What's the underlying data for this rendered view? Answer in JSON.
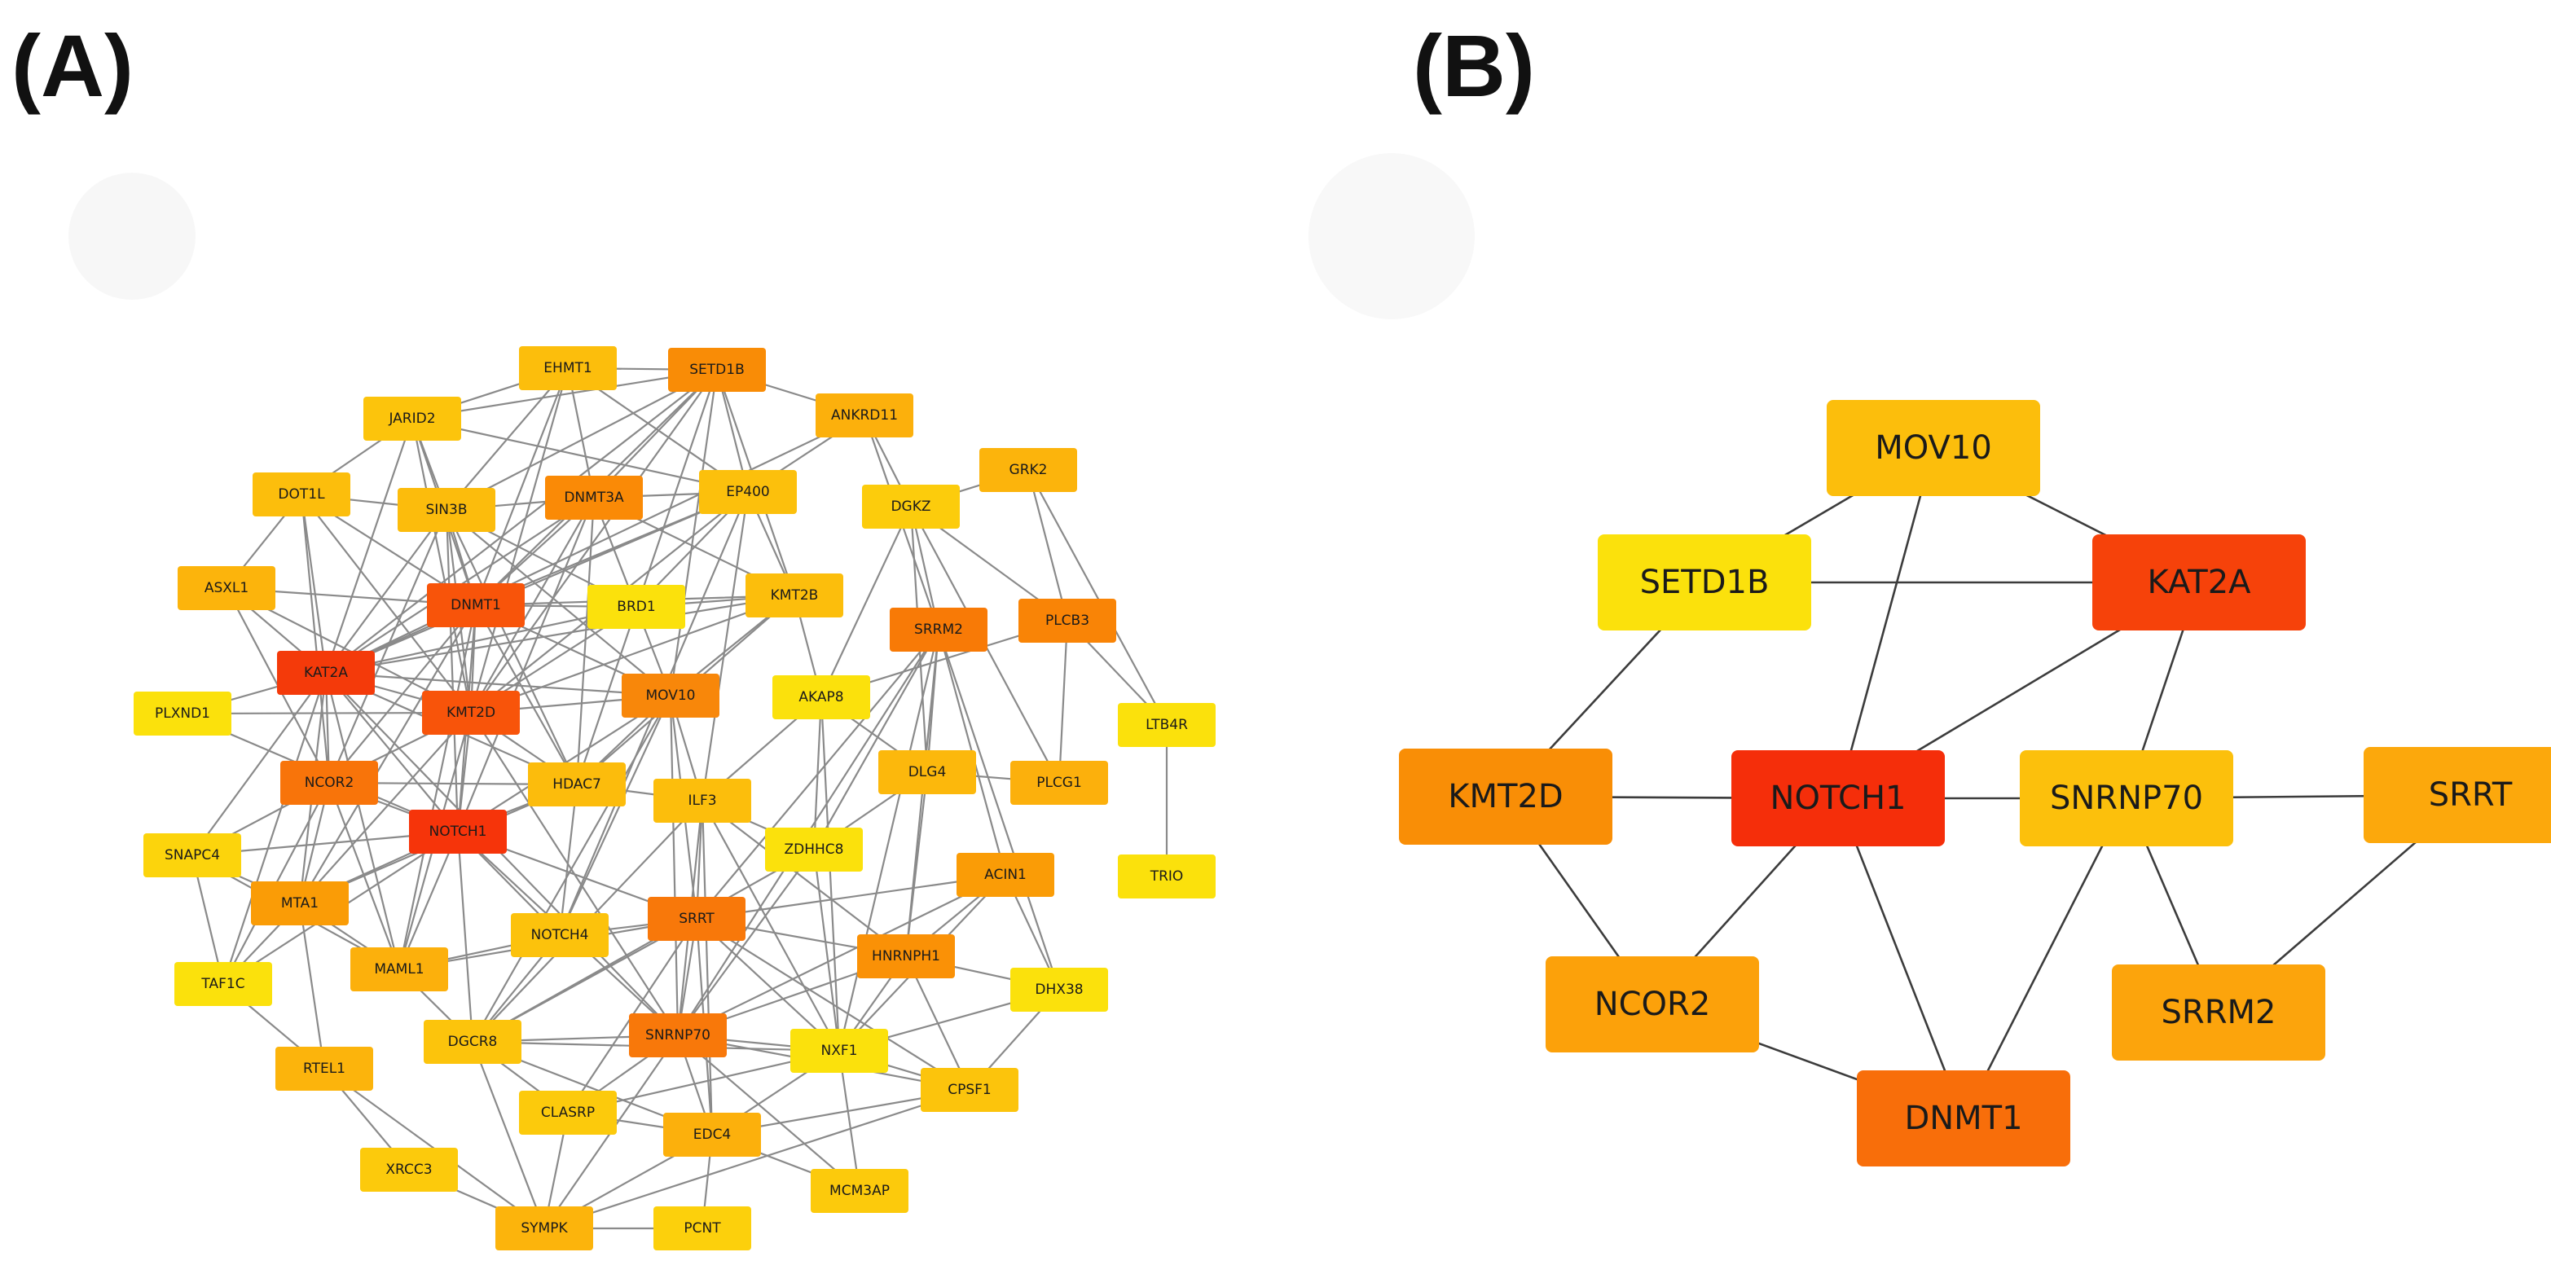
{
  "panels": [
    {
      "id": "A",
      "label": "(A)",
      "nodes": [
        {
          "id": "EHMT1",
          "color": "#fcbe0c"
        },
        {
          "id": "SETD1B",
          "color": "#f98c06"
        },
        {
          "id": "JARID2",
          "color": "#fcc40c"
        },
        {
          "id": "ANKRD11",
          "color": "#fcb00c"
        },
        {
          "id": "GRK2",
          "color": "#fcb40c"
        },
        {
          "id": "DOT1L",
          "color": "#fcbe0c"
        },
        {
          "id": "SIN3B",
          "color": "#fcbc0c"
        },
        {
          "id": "DNMT3A",
          "color": "#fa8a06"
        },
        {
          "id": "EP400",
          "color": "#fcc00c"
        },
        {
          "id": "DGKZ",
          "color": "#fccc0c"
        },
        {
          "id": "ASXL1",
          "color": "#fcb40c"
        },
        {
          "id": "DNMT1",
          "color": "#f8540a"
        },
        {
          "id": "BRD1",
          "color": "#fbe10c"
        },
        {
          "id": "KMT2B",
          "color": "#fcbe0c"
        },
        {
          "id": "SRRM2",
          "color": "#f87a06"
        },
        {
          "id": "PLCB3",
          "color": "#f98406"
        },
        {
          "id": "KAT2A",
          "color": "#f43a0a"
        },
        {
          "id": "PLXND1",
          "color": "#fbe10c"
        },
        {
          "id": "KMT2D",
          "color": "#f8540a"
        },
        {
          "id": "MOV10",
          "color": "#f8870a"
        },
        {
          "id": "AKAP8",
          "color": "#fbe10c"
        },
        {
          "id": "LTB4R",
          "color": "#fbe10c"
        },
        {
          "id": "NCOR2",
          "color": "#f8740a"
        },
        {
          "id": "HDAC7",
          "color": "#fcbc0c"
        },
        {
          "id": "ILF3",
          "color": "#fcbe0c"
        },
        {
          "id": "DLG4",
          "color": "#fcb80c"
        },
        {
          "id": "PLCG1",
          "color": "#fcb00c"
        },
        {
          "id": "NOTCH1",
          "color": "#f6340a"
        },
        {
          "id": "SNAPC4",
          "color": "#fcd40c"
        },
        {
          "id": "ZDHHC8",
          "color": "#fbe10c"
        },
        {
          "id": "TRIO",
          "color": "#fbe10c"
        },
        {
          "id": "ACIN1",
          "color": "#fa9c06"
        },
        {
          "id": "MTA1",
          "color": "#fa9c06"
        },
        {
          "id": "NOTCH4",
          "color": "#fcc20c"
        },
        {
          "id": "SRRT",
          "color": "#f8780a"
        },
        {
          "id": "HNRNPH1",
          "color": "#fa9106"
        },
        {
          "id": "MAML1",
          "color": "#fcb00c"
        },
        {
          "id": "TAF1C",
          "color": "#fbe10c"
        },
        {
          "id": "DHX38",
          "color": "#fbe10c"
        },
        {
          "id": "DGCR8",
          "color": "#fcc40c"
        },
        {
          "id": "SNRNP70",
          "color": "#f8780a"
        },
        {
          "id": "NXF1",
          "color": "#fbe10c"
        },
        {
          "id": "CPSF1",
          "color": "#fcc40c"
        },
        {
          "id": "RTEL1",
          "color": "#fcb40c"
        },
        {
          "id": "CLASRP",
          "color": "#fcca0c"
        },
        {
          "id": "EDC4",
          "color": "#fcb00c"
        },
        {
          "id": "XRCC3",
          "color": "#fcca0c"
        },
        {
          "id": "MCM3AP",
          "color": "#fcca0c"
        },
        {
          "id": "SYMPK",
          "color": "#fcb40c"
        },
        {
          "id": "PCNT",
          "color": "#fcd00c"
        }
      ],
      "edges": [
        [
          "EHMT1",
          "SETD1B"
        ],
        [
          "EHMT1",
          "JARID2"
        ],
        [
          "EHMT1",
          "SIN3B"
        ],
        [
          "EHMT1",
          "DNMT3A"
        ],
        [
          "EHMT1",
          "DNMT1"
        ],
        [
          "EHMT1",
          "KMT2D"
        ],
        [
          "EHMT1",
          "EP400"
        ],
        [
          "SETD1B",
          "ANKRD11"
        ],
        [
          "SETD1B",
          "DNMT3A"
        ],
        [
          "SETD1B",
          "EP400"
        ],
        [
          "SETD1B",
          "KMT2B"
        ],
        [
          "SETD1B",
          "SIN3B"
        ],
        [
          "SETD1B",
          "MOV10"
        ],
        [
          "SETD1B",
          "KAT2A"
        ],
        [
          "SETD1B",
          "KMT2D"
        ],
        [
          "SETD1B",
          "JARID2"
        ],
        [
          "SETD1B",
          "DNMT1"
        ],
        [
          "SETD1B",
          "HDAC7"
        ],
        [
          "JARID2",
          "DOT1L"
        ],
        [
          "JARID2",
          "SIN3B"
        ],
        [
          "JARID2",
          "DNMT1"
        ],
        [
          "JARID2",
          "KMT2D"
        ],
        [
          "JARID2",
          "KAT2A"
        ],
        [
          "JARID2",
          "EP400"
        ],
        [
          "ANKRD11",
          "DGKZ"
        ],
        [
          "ANKRD11",
          "SRRM2"
        ],
        [
          "ANKRD11",
          "EP400"
        ],
        [
          "ANKRD11",
          "KAT2A"
        ],
        [
          "GRK2",
          "DGKZ"
        ],
        [
          "GRK2",
          "PLCB3"
        ],
        [
          "GRK2",
          "LTB4R"
        ],
        [
          "DOT1L",
          "SIN3B"
        ],
        [
          "DOT1L",
          "KAT2A"
        ],
        [
          "DOT1L",
          "DNMT1"
        ],
        [
          "DOT1L",
          "KMT2D"
        ],
        [
          "DOT1L",
          "ASXL1"
        ],
        [
          "DOT1L",
          "NCOR2"
        ],
        [
          "SIN3B",
          "DNMT3A"
        ],
        [
          "SIN3B",
          "DNMT1"
        ],
        [
          "SIN3B",
          "KMT2D"
        ],
        [
          "SIN3B",
          "NOTCH1"
        ],
        [
          "SIN3B",
          "NCOR2"
        ],
        [
          "SIN3B",
          "HDAC7"
        ],
        [
          "SIN3B",
          "KAT2A"
        ],
        [
          "SIN3B",
          "MOV10"
        ],
        [
          "SIN3B",
          "BRD1"
        ],
        [
          "DNMT3A",
          "DNMT1"
        ],
        [
          "DNMT3A",
          "KMT2D"
        ],
        [
          "DNMT3A",
          "EP400"
        ],
        [
          "DNMT3A",
          "MOV10"
        ],
        [
          "DNMT3A",
          "NOTCH1"
        ],
        [
          "DNMT3A",
          "KAT2A"
        ],
        [
          "DNMT3A",
          "HDAC7"
        ],
        [
          "DNMT3A",
          "KMT2B"
        ],
        [
          "EP400",
          "KMT2B"
        ],
        [
          "EP400",
          "KAT2A"
        ],
        [
          "EP400",
          "BRD1"
        ],
        [
          "EP400",
          "KMT2D"
        ],
        [
          "EP400",
          "NOTCH4"
        ],
        [
          "EP400",
          "ILF3"
        ],
        [
          "EP400",
          "DNMT1"
        ],
        [
          "DGKZ",
          "SRRM2"
        ],
        [
          "DGKZ",
          "PLCB3"
        ],
        [
          "DGKZ",
          "PLCG1"
        ],
        [
          "DGKZ",
          "DLG4"
        ],
        [
          "DGKZ",
          "AKAP8"
        ],
        [
          "ASXL1",
          "KAT2A"
        ],
        [
          "ASXL1",
          "DNMT1"
        ],
        [
          "ASXL1",
          "KMT2D"
        ],
        [
          "ASXL1",
          "NCOR2"
        ],
        [
          "DNMT1",
          "KAT2A"
        ],
        [
          "DNMT1",
          "KMT2D"
        ],
        [
          "DNMT1",
          "NOTCH1"
        ],
        [
          "DNMT1",
          "NCOR2"
        ],
        [
          "DNMT1",
          "HDAC7"
        ],
        [
          "DNMT1",
          "MOV10"
        ],
        [
          "DNMT1",
          "MTA1"
        ],
        [
          "DNMT1",
          "BRD1"
        ],
        [
          "DNMT1",
          "KMT2B"
        ],
        [
          "DNMT1",
          "MAML1"
        ],
        [
          "BRD1",
          "KMT2B"
        ],
        [
          "BRD1",
          "KAT2A"
        ],
        [
          "BRD1",
          "KMT2D"
        ],
        [
          "KMT2B",
          "KAT2A"
        ],
        [
          "KMT2B",
          "KMT2D"
        ],
        [
          "KMT2B",
          "MOV10"
        ],
        [
          "KMT2B",
          "AKAP8"
        ],
        [
          "KMT2B",
          "HDAC7"
        ],
        [
          "SRRM2",
          "SRRT"
        ],
        [
          "SRRM2",
          "SNRNP70"
        ],
        [
          "SRRM2",
          "ACIN1"
        ],
        [
          "SRRM2",
          "HNRNPH1"
        ],
        [
          "SRRM2",
          "NXF1"
        ],
        [
          "SRRM2",
          "DHX38"
        ],
        [
          "SRRM2",
          "ZDHHC8"
        ],
        [
          "SRRM2",
          "DLG4"
        ],
        [
          "PLCB3",
          "PLCG1"
        ],
        [
          "PLCB3",
          "LTB4R"
        ],
        [
          "PLCB3",
          "AKAP8"
        ],
        [
          "KAT2A",
          "KMT2D"
        ],
        [
          "KAT2A",
          "NOTCH1"
        ],
        [
          "KAT2A",
          "NCOR2"
        ],
        [
          "KAT2A",
          "MOV10"
        ],
        [
          "KAT2A",
          "HDAC7"
        ],
        [
          "KAT2A",
          "PLXND1"
        ],
        [
          "KAT2A",
          "MTA1"
        ],
        [
          "KAT2A",
          "MAML1"
        ],
        [
          "KAT2A",
          "SNRNP70"
        ],
        [
          "KAT2A",
          "TAF1C"
        ],
        [
          "KAT2A",
          "SNAPC4"
        ],
        [
          "PLXND1",
          "NOTCH1"
        ],
        [
          "PLXND1",
          "KMT2D"
        ],
        [
          "KMT2D",
          "NOTCH1"
        ],
        [
          "KMT2D",
          "NCOR2"
        ],
        [
          "KMT2D",
          "MOV10"
        ],
        [
          "KMT2D",
          "HDAC7"
        ],
        [
          "KMT2D",
          "SNRNP70"
        ],
        [
          "KMT2D",
          "MAML1"
        ],
        [
          "KMT2D",
          "MTA1"
        ],
        [
          "MOV10",
          "NOTCH1"
        ],
        [
          "MOV10",
          "SNRNP70"
        ],
        [
          "MOV10",
          "SRRT"
        ],
        [
          "MOV10",
          "HDAC7"
        ],
        [
          "MOV10",
          "ILF3"
        ],
        [
          "MOV10",
          "DGCR8"
        ],
        [
          "MOV10",
          "NOTCH4"
        ],
        [
          "AKAP8",
          "ZDHHC8"
        ],
        [
          "AKAP8",
          "DLG4"
        ],
        [
          "AKAP8",
          "NXF1"
        ],
        [
          "AKAP8",
          "ILF3"
        ],
        [
          "LTB4R",
          "TRIO"
        ],
        [
          "NCOR2",
          "NOTCH1"
        ],
        [
          "NCOR2",
          "HDAC7"
        ],
        [
          "NCOR2",
          "MTA1"
        ],
        [
          "NCOR2",
          "MAML1"
        ],
        [
          "NCOR2",
          "SNAPC4"
        ],
        [
          "NCOR2",
          "TAF1C"
        ],
        [
          "HDAC7",
          "NOTCH1"
        ],
        [
          "HDAC7",
          "MTA1"
        ],
        [
          "HDAC7",
          "ILF3"
        ],
        [
          "HDAC7",
          "NOTCH4"
        ],
        [
          "ILF3",
          "SRRT"
        ],
        [
          "ILF3",
          "ZDHHC8"
        ],
        [
          "ILF3",
          "SNRNP70"
        ],
        [
          "ILF3",
          "NXF1"
        ],
        [
          "ILF3",
          "DGCR8"
        ],
        [
          "ILF3",
          "HNRNPH1"
        ],
        [
          "ILF3",
          "EDC4"
        ],
        [
          "DLG4",
          "PLCG1"
        ],
        [
          "DLG4",
          "ZDHHC8"
        ],
        [
          "DLG4",
          "HNRNPH1"
        ],
        [
          "NOTCH1",
          "MTA1"
        ],
        [
          "NOTCH1",
          "MAML1"
        ],
        [
          "NOTCH1",
          "SNAPC4"
        ],
        [
          "NOTCH1",
          "NOTCH4"
        ],
        [
          "NOTCH1",
          "SNRNP70"
        ],
        [
          "NOTCH1",
          "SRRT"
        ],
        [
          "NOTCH1",
          "DGCR8"
        ],
        [
          "NOTCH1",
          "TAF1C"
        ],
        [
          "ZDHHC8",
          "NXF1"
        ],
        [
          "ZDHHC8",
          "SNRNP70"
        ],
        [
          "ZDHHC8",
          "DGCR8"
        ],
        [
          "ACIN1",
          "HNRNPH1"
        ],
        [
          "ACIN1",
          "SNRNP70"
        ],
        [
          "ACIN1",
          "NXF1"
        ],
        [
          "ACIN1",
          "SRRT"
        ],
        [
          "ACIN1",
          "DHX38"
        ],
        [
          "MTA1",
          "MAML1"
        ],
        [
          "MTA1",
          "TAF1C"
        ],
        [
          "MTA1",
          "SNAPC4"
        ],
        [
          "MTA1",
          "RTEL1"
        ],
        [
          "NOTCH4",
          "MAML1"
        ],
        [
          "NOTCH4",
          "SRRT"
        ],
        [
          "NOTCH4",
          "DGCR8"
        ],
        [
          "SRRT",
          "SNRNP70"
        ],
        [
          "SRRT",
          "HNRNPH1"
        ],
        [
          "SRRT",
          "NXF1"
        ],
        [
          "SRRT",
          "DGCR8"
        ],
        [
          "SRRT",
          "EDC4"
        ],
        [
          "SRRT",
          "CPSF1"
        ],
        [
          "SRRT",
          "MAML1"
        ],
        [
          "SRRT",
          "CLASRP"
        ],
        [
          "HNRNPH1",
          "SNRNP70"
        ],
        [
          "HNRNPH1",
          "NXF1"
        ],
        [
          "HNRNPH1",
          "CPSF1"
        ],
        [
          "HNRNPH1",
          "DHX38"
        ],
        [
          "MAML1",
          "DGCR8"
        ],
        [
          "MAML1",
          "SNAPC4"
        ],
        [
          "TAF1C",
          "SNAPC4"
        ],
        [
          "TAF1C",
          "RTEL1"
        ],
        [
          "DHX38",
          "NXF1"
        ],
        [
          "DHX38",
          "CPSF1"
        ],
        [
          "DGCR8",
          "SNRNP70"
        ],
        [
          "DGCR8",
          "CLASRP"
        ],
        [
          "DGCR8",
          "EDC4"
        ],
        [
          "DGCR8",
          "SYMPK"
        ],
        [
          "DGCR8",
          "NXF1"
        ],
        [
          "SNRNP70",
          "NXF1"
        ],
        [
          "SNRNP70",
          "EDC4"
        ],
        [
          "SNRNP70",
          "CPSF1"
        ],
        [
          "SNRNP70",
          "CLASRP"
        ],
        [
          "SNRNP70",
          "SYMPK"
        ],
        [
          "SNRNP70",
          "MCM3AP"
        ],
        [
          "NXF1",
          "CPSF1"
        ],
        [
          "NXF1",
          "EDC4"
        ],
        [
          "NXF1",
          "MCM3AP"
        ],
        [
          "NXF1",
          "CLASRP"
        ],
        [
          "CPSF1",
          "EDC4"
        ],
        [
          "CPSF1",
          "SYMPK"
        ],
        [
          "RTEL1",
          "XRCC3"
        ],
        [
          "RTEL1",
          "SYMPK"
        ],
        [
          "CLASRP",
          "EDC4"
        ],
        [
          "CLASRP",
          "SYMPK"
        ],
        [
          "EDC4",
          "MCM3AP"
        ],
        [
          "EDC4",
          "SYMPK"
        ],
        [
          "EDC4",
          "PCNT"
        ],
        [
          "XRCC3",
          "SYMPK"
        ],
        [
          "SYMPK",
          "PCNT"
        ]
      ]
    },
    {
      "id": "B",
      "label": "(B)",
      "nodes": [
        {
          "id": "MOV10",
          "color": "#fcbe0c"
        },
        {
          "id": "SETD1B",
          "color": "#fbe10c"
        },
        {
          "id": "KAT2A",
          "color": "#f6420a"
        },
        {
          "id": "KMT2D",
          "color": "#f98e06"
        },
        {
          "id": "NOTCH1",
          "color": "#f52e0a"
        },
        {
          "id": "SNRNP70",
          "color": "#fcc00c"
        },
        {
          "id": "SRRT",
          "color": "#fca80c"
        },
        {
          "id": "NCOR2",
          "color": "#fca10a"
        },
        {
          "id": "SRRM2",
          "color": "#fca40c"
        },
        {
          "id": "DNMT1",
          "color": "#f86e0a"
        }
      ],
      "edges": [
        [
          "MOV10",
          "SETD1B"
        ],
        [
          "MOV10",
          "KAT2A"
        ],
        [
          "MOV10",
          "NOTCH1"
        ],
        [
          "SETD1B",
          "KAT2A"
        ],
        [
          "SETD1B",
          "KMT2D"
        ],
        [
          "KAT2A",
          "NOTCH1"
        ],
        [
          "KAT2A",
          "SNRNP70"
        ],
        [
          "KMT2D",
          "NOTCH1"
        ],
        [
          "KMT2D",
          "NCOR2"
        ],
        [
          "NOTCH1",
          "SNRNP70"
        ],
        [
          "NOTCH1",
          "NCOR2"
        ],
        [
          "NOTCH1",
          "DNMT1"
        ],
        [
          "SNRNP70",
          "SRRT"
        ],
        [
          "SNRNP70",
          "SRRM2"
        ],
        [
          "SNRNP70",
          "DNMT1"
        ],
        [
          "SRRT",
          "SRRM2"
        ],
        [
          "NCOR2",
          "DNMT1"
        ]
      ]
    }
  ]
}
